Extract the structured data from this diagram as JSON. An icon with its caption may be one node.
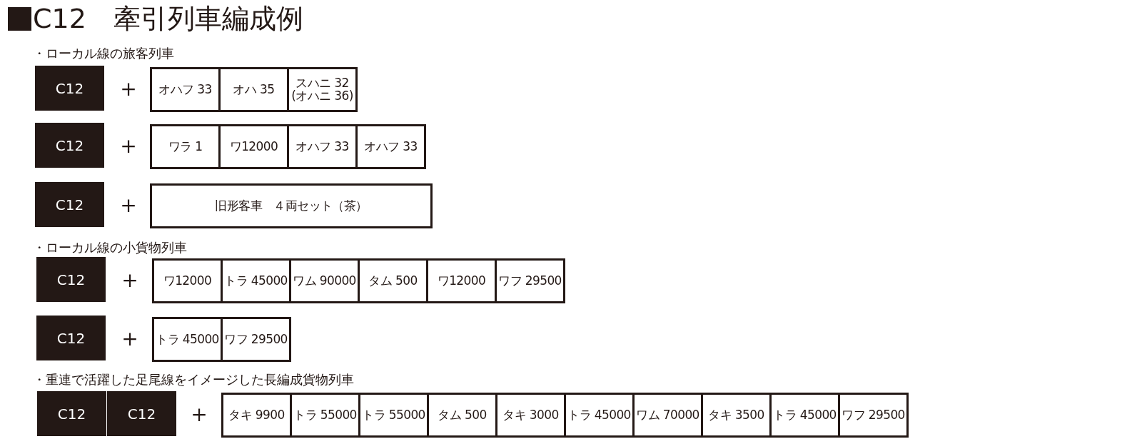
{
  "diagram": {
    "title": "C12　牽引列車編成例",
    "nodes": [
      {
        "text": [
          "C12"
        ]
      },
      {
        "text": [
          "オハフ 33"
        ]
      },
      {
        "text": [
          "オハ 35"
        ]
      },
      {
        "text": [
          "スハニ 32 (オハニ 36)"
        ]
      },
      {
        "text": [
          "C12"
        ]
      },
      {
        "text": [
          "ワラ 1"
        ]
      },
      {
        "text": [
          "ワ12000"
        ]
      },
      {
        "text": [
          "オハフ 33"
        ]
      },
      {
        "text": [
          "オハフ 33"
        ]
      },
      {
        "text": [
          "C12"
        ]
      },
      {
        "text": [
          "旧形客車　４両セット（茶）"
        ]
      },
      {
        "text": [
          "C12"
        ]
      },
      {
        "text": [
          "ワ12000"
        ]
      },
      {
        "text": [
          "トラ 45000"
        ]
      },
      {
        "text": [
          "ワム 90000"
        ]
      },
      {
        "text": [
          "タム 500"
        ]
      },
      {
        "text": [
          "ワ12000"
        ]
      },
      {
        "text": [
          "ワフ 29500"
        ]
      },
      {
        "text": [
          "C12"
        ]
      },
      {
        "text": [
          "トラ 45000"
        ]
      },
      {
        "text": [
          "ワフ 29500"
        ]
      },
      {
        "text": [
          "C12"
        ]
      },
      {
        "text": [
          "C12"
        ]
      },
      {
        "text": [
          "タキ 9900"
        ]
      },
      {
        "text": [
          "トラ 55000"
        ]
      },
      {
        "text": [
          "トラ 55000"
        ]
      },
      {
        "text": [
          "タム 500"
        ]
      },
      {
        "text": [
          "タキ 3000"
        ]
      },
      {
        "text": [
          "トラ 45000"
        ]
      },
      {
        "text": [
          "ワム 70000"
        ]
      },
      {
        "text": [
          "タキ 3500"
        ]
      },
      {
        "text": [
          "トラ 45000"
        ]
      },
      {
        "text": [
          "ワフ 29500"
        ]
      }
    ],
    "labels": [
      "・ローカル線の旅客列車",
      "＋",
      "＋",
      "＋",
      "・ローカル線の小貨物列車",
      "＋",
      "＋",
      "・重連で活躍した足尾線をイメージした長編成貨物列車",
      "＋"
    ]
  }
}
